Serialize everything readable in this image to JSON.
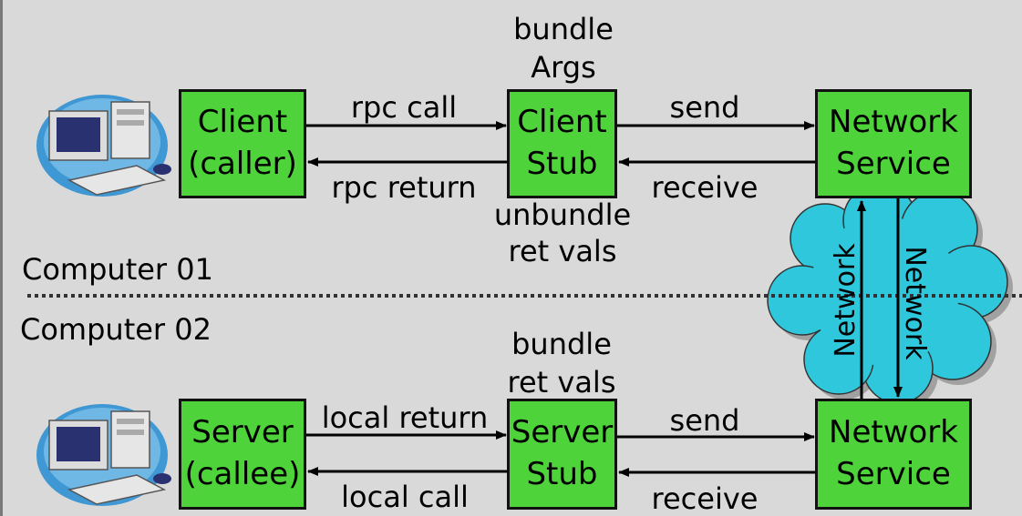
{
  "top": {
    "client_box": {
      "line1": "Client",
      "line2": "(caller)"
    },
    "stub_box": {
      "line1": "Client",
      "line2": "Stub"
    },
    "network_box": {
      "line1": "Network",
      "line2": "Service"
    },
    "stub_above": {
      "line1": "bundle",
      "line2": "Args"
    },
    "stub_below": {
      "line1": "unbundle",
      "line2": "ret vals"
    },
    "arrow_call": "rpc call",
    "arrow_return": "rpc return",
    "arrow_send": "send",
    "arrow_receive": "receive",
    "computer_label": "Computer 01"
  },
  "bottom": {
    "server_box": {
      "line1": "Server",
      "line2": "(callee)"
    },
    "stub_box": {
      "line1": "Server",
      "line2": "Stub"
    },
    "network_box": {
      "line1": "Network",
      "line2": "Service"
    },
    "stub_above": {
      "line1": "bundle",
      "line2": "ret vals"
    },
    "arrow_local_return": "local return",
    "arrow_local_call": "local call",
    "arrow_send": "send",
    "arrow_receive": "receive",
    "computer_label": "Computer 02"
  },
  "network_cloud": {
    "label_left": "Network",
    "label_right": "Network"
  },
  "colors": {
    "box_fill": "#4ed33a",
    "cloud_fill": "#2ec7dc",
    "background": "#d9d9d9"
  },
  "icons": [
    "computer-icon"
  ]
}
